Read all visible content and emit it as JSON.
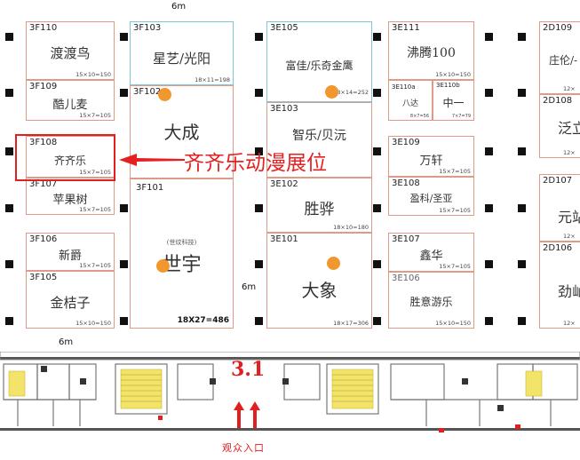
{
  "map": {
    "top_label": "6m",
    "mid_label": "6m",
    "left_label": "6m",
    "hall_label": "3.1",
    "entrance_label": "观众入口",
    "callout_text": "齐齐乐动漫展位"
  },
  "booths": [
    {
      "id": "3F110",
      "name": "渡渡鸟",
      "size": "15×10=150"
    },
    {
      "id": "3F109",
      "name": "酷儿麦",
      "size": "15×7=105"
    },
    {
      "id": "3F108",
      "name": "齐齐乐",
      "size": "15×7=105"
    },
    {
      "id": "3F107",
      "name": "苹果树",
      "size": "15×7=105"
    },
    {
      "id": "3F106",
      "name": "新爵",
      "size": "15×7=105"
    },
    {
      "id": "3F105",
      "name": "金桔子",
      "size": "15×10=150"
    },
    {
      "id": "3F103",
      "name": "星艺/光阳",
      "size": "18×11=198"
    },
    {
      "id": "3F102",
      "name": "大成",
      "size": ""
    },
    {
      "id": "3F101",
      "name": "世宇",
      "sub": "(世纹科技)",
      "size": "18X27=486"
    },
    {
      "id": "3E105",
      "name": "富佳/乐奇金鹰",
      "size": "18×14=252"
    },
    {
      "id": "3E103",
      "name": "智乐/贝沅",
      "size": ""
    },
    {
      "id": "3E102",
      "name": "胜骅",
      "size": "18×10=180"
    },
    {
      "id": "3E101",
      "name": "大象",
      "size": "18×17=306"
    },
    {
      "id": "3E111",
      "name": "沸腾100",
      "size": "15×10=150"
    },
    {
      "id": "3E110a",
      "name": "八达",
      "size": "8×7=56"
    },
    {
      "id": "3E110b",
      "name": "中一",
      "size": "7×7=79"
    },
    {
      "id": "3E109",
      "name": "万轩",
      "size": "15×7=105"
    },
    {
      "id": "3E108",
      "name": "盈科/圣亚",
      "size": "15×7=105"
    },
    {
      "id": "3E107",
      "name": "鑫华",
      "size": "15×7=105"
    },
    {
      "id": "3E106",
      "name": "胜意游乐",
      "size": "15×10=150"
    },
    {
      "id": "2D109",
      "name": "庄伦/-",
      "size": "12×"
    },
    {
      "id": "2D108",
      "name": "泛立",
      "size": "12×"
    },
    {
      "id": "2D107",
      "name": "元站",
      "size": "12×"
    },
    {
      "id": "2D106",
      "name": "劲屾",
      "size": "12×"
    }
  ]
}
